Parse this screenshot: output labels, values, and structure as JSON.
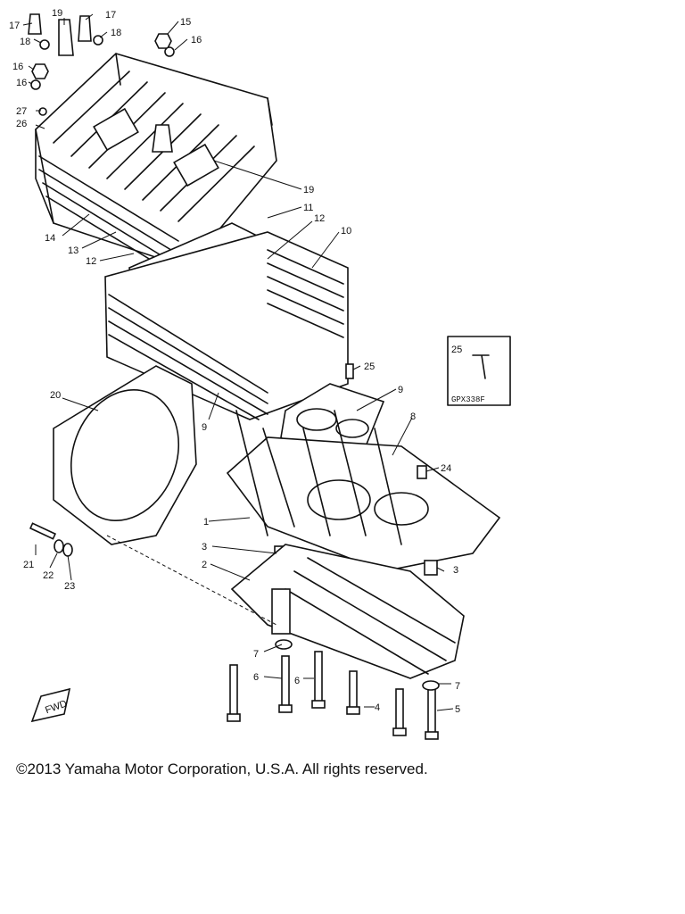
{
  "copyright": "©2013 Yamaha Motor Corporation, U.S.A. All rights reserved.",
  "inset": {
    "part": "25",
    "code": "GPX338F"
  },
  "fwd_label": "FWD",
  "callouts": {
    "c17a": "17",
    "c19a": "19",
    "c17b": "17",
    "c18a": "18",
    "c18b": "18",
    "c15": "15",
    "c16a": "16",
    "c16b": "16",
    "c16c": "16",
    "c27": "27",
    "c26": "26",
    "c19b": "19",
    "c11": "11",
    "c14": "14",
    "c13": "13",
    "c12a": "12",
    "c12b": "12",
    "c10": "10",
    "c25": "25",
    "c9a": "9",
    "c20": "20",
    "c9b": "9",
    "c8": "8",
    "c24": "24",
    "c1": "1",
    "c21": "21",
    "c22": "22",
    "c23": "23",
    "c3a": "3",
    "c2": "2",
    "c3b": "3",
    "c7a": "7",
    "c6a": "6",
    "c6b": "6",
    "c7b": "7",
    "c4": "4",
    "c5": "5"
  }
}
